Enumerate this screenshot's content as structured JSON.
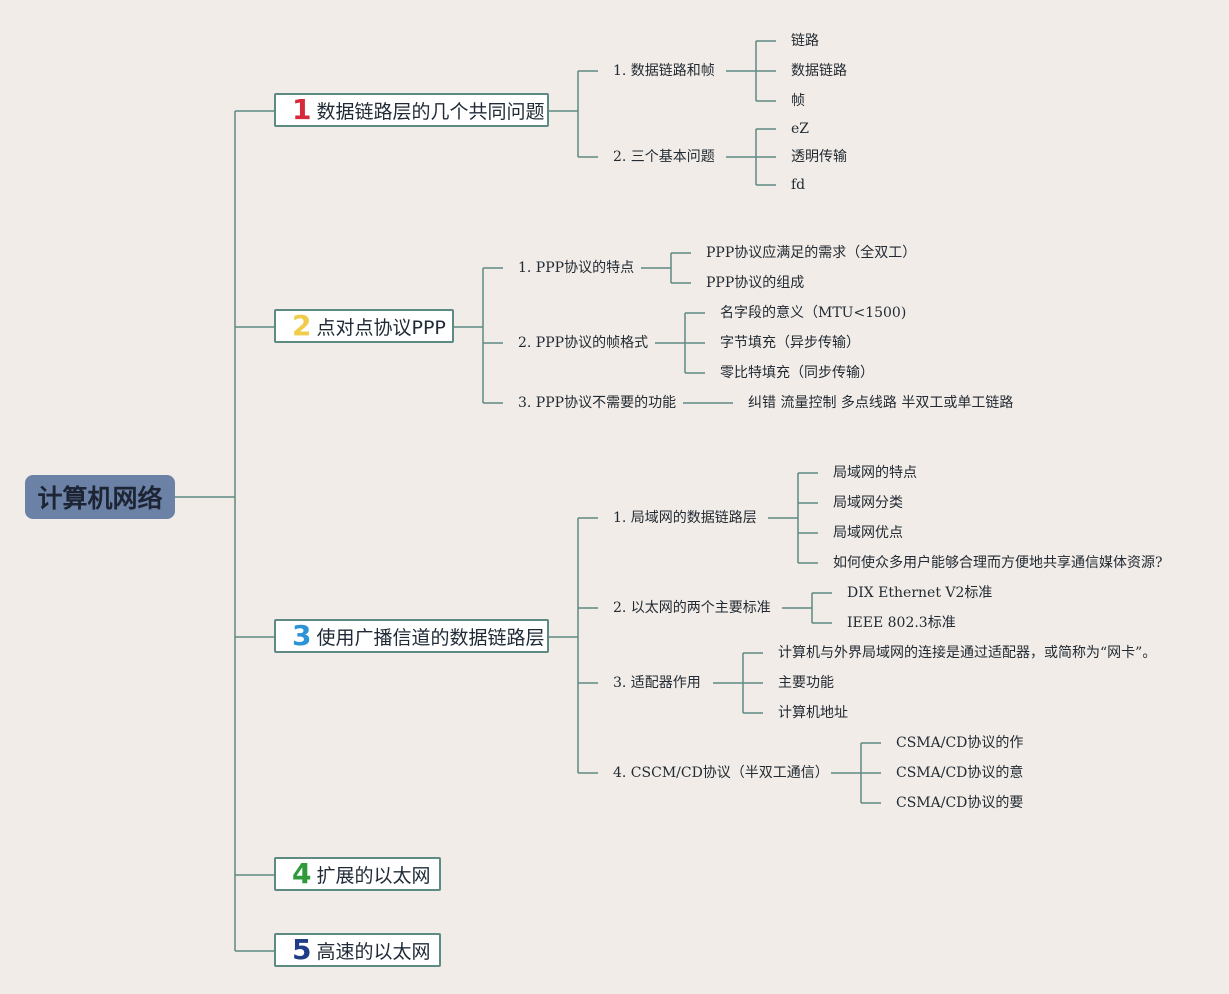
{
  "root": "计算机网络",
  "colors": {
    "background": "#f1ece7",
    "line": "#5d8a82",
    "root_fill": "#6b82a6",
    "num1": "#d42a3b",
    "num2": "#f0cc4a",
    "num3": "#2b93d6",
    "num4": "#2e9a3a",
    "num5": "#1f3d86"
  },
  "topics": [
    {
      "number": "1",
      "label": "数据链路层的几个共同问题",
      "subs": [
        {
          "label": "1. 数据链路和帧",
          "leaves": [
            "链路",
            "数据链路",
            "帧"
          ]
        },
        {
          "label": "2. 三个基本问题",
          "leaves": [
            "eZ",
            "透明传输",
            "fd"
          ]
        }
      ]
    },
    {
      "number": "2",
      "label": "点对点协议PPP",
      "subs": [
        {
          "label": "1. PPP协议的特点",
          "leaves": [
            "PPP协议应满足的需求（全双工）",
            "PPP协议的组成"
          ]
        },
        {
          "label": "2. PPP协议的帧格式",
          "leaves": [
            "名字段的意义（MTU<1500)",
            "字节填充（异步传输）",
            "零比特填充（同步传输）"
          ]
        },
        {
          "label": "3. PPP协议不需要的功能",
          "leaves": [
            "纠错 流量控制 多点线路 半双工或单工链路"
          ]
        }
      ]
    },
    {
      "number": "3",
      "label": "使用广播信道的数据链路层",
      "subs": [
        {
          "label": "1. 局域网的数据链路层",
          "leaves": [
            "局域网的特点",
            "局域网分类",
            "局域网优点",
            "如何使众多用户能够合理而方便地共享通信媒体资源?"
          ]
        },
        {
          "label": "2. 以太网的两个主要标准",
          "leaves": [
            "DIX Ethernet V2标准",
            "IEEE 802.3标准"
          ]
        },
        {
          "label": "3. 适配器作用",
          "leaves": [
            "计算机与外界局域网的连接是通过适配器，或简称为“网卡”。",
            "主要功能",
            "计算机地址"
          ]
        },
        {
          "label": "4. CSCM/CD协议（半双工通信）",
          "leaves": [
            "CSMA/CD协议的作",
            "CSMA/CD协议的意",
            "CSMA/CD协议的要"
          ]
        }
      ]
    },
    {
      "number": "4",
      "label": "扩展的以太网",
      "subs": []
    },
    {
      "number": "5",
      "label": "高速的以太网",
      "subs": []
    }
  ]
}
